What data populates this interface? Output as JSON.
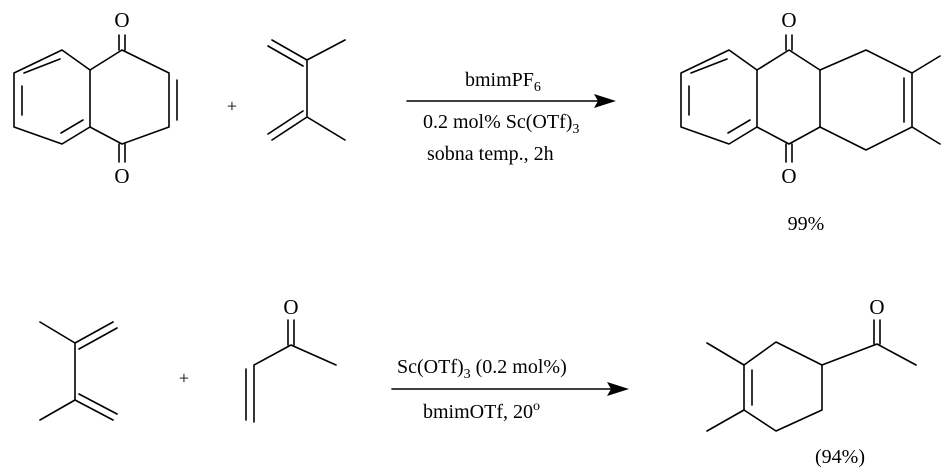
{
  "reaction1": {
    "reactant1_atoms": [
      "O",
      "O"
    ],
    "plus": "+",
    "conditions": {
      "reagent_main": "bmimPF",
      "reagent_sub": "6",
      "catalyst_main": "0.2 mol% Sc(OTf)",
      "catalyst_sub": "3",
      "temp_time": "sobna temp., 2h"
    },
    "product_atoms": [
      "O",
      "O"
    ],
    "yield": "99%"
  },
  "reaction2": {
    "plus": "+",
    "reactant2_atoms": [
      "O"
    ],
    "conditions": {
      "catalyst_main": "Sc(OTf)",
      "catalyst_sub": "3",
      "catalyst_tail": " (0.2 mol%)",
      "solvent_main": "bmimOTf, 20",
      "solvent_sup": "o"
    },
    "product_atoms": [
      "O"
    ],
    "yield": "(94%)"
  }
}
